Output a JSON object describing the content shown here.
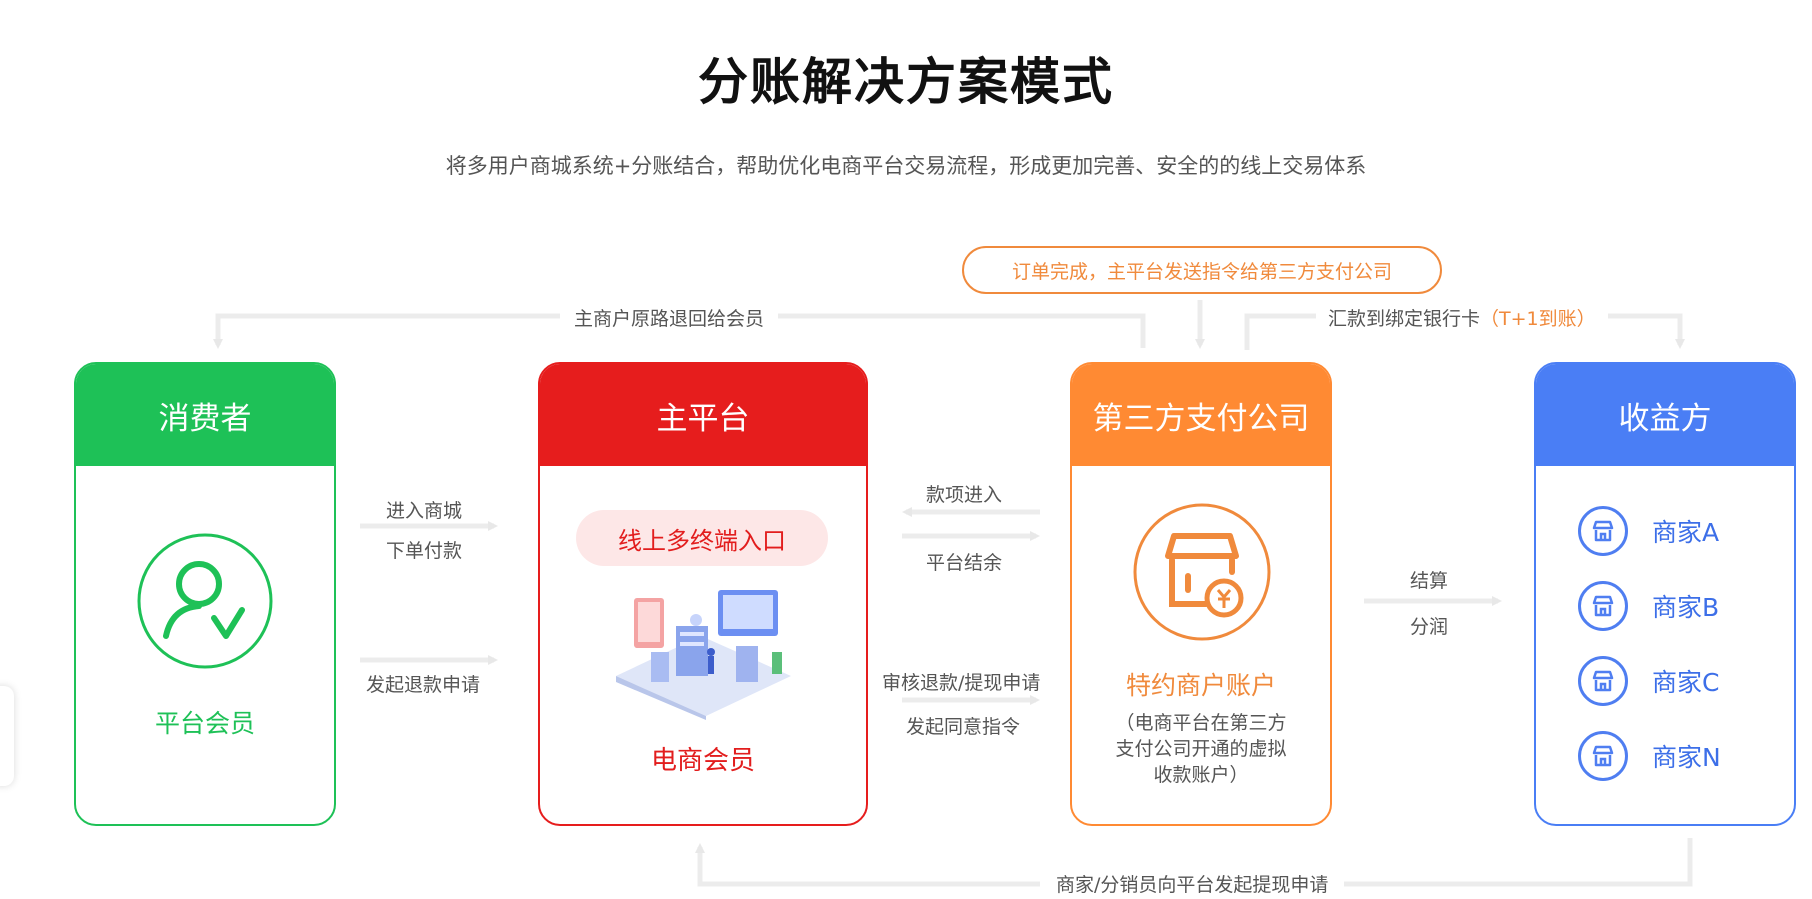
{
  "header": {
    "title": "分账解决方案模式",
    "subtitle": "将多用户商城系统+分账结合，帮助优化电商平台交易流程，形成更加完善、安全的的线上交易体系"
  },
  "colors": {
    "green": "#1ec157",
    "red": "#e61d1d",
    "orange": "#ff8a33",
    "blue": "#4a7ef5",
    "line": "#eaeaea"
  },
  "flows": {
    "top_notice": "订单完成，主平台发送指令给第三方支付公司",
    "refund_return": "主商户原路退回给会员",
    "bank_transfer": "汇款到绑定银行卡",
    "bank_transfer_note": "（T+1到账）",
    "enter_mall": "进入商城",
    "place_order": "下单付款",
    "start_refund": "发起退款申请",
    "payment_in": "款项进入",
    "platform_settle": "平台结余",
    "review_refund": "审核退款/提现申请",
    "approve_cmd": "发起同意指令",
    "settle": "结算",
    "split_profit": "分润",
    "withdraw_request": "商家/分销员向平台发起提现申请"
  },
  "cards": {
    "consumer": {
      "title": "消费者",
      "label": "平台会员",
      "icon": "user-check-icon"
    },
    "platform": {
      "title": "主平台",
      "entry": "线上多终端入口",
      "label": "电商会员",
      "icon": "isometric-platform-illustration"
    },
    "payment": {
      "title": "第三方支付公司",
      "label": "特约商户账户",
      "desc_line1": "（电商平台在第三方",
      "desc_line2": "支付公司开通的虚拟",
      "desc_line3": "收款账户）",
      "icon": "shop-money-icon"
    },
    "beneficiary": {
      "title": "收益方",
      "merchants": [
        "商家A",
        "商家B",
        "商家C",
        "商家N"
      ],
      "icon": "store-icon"
    }
  }
}
